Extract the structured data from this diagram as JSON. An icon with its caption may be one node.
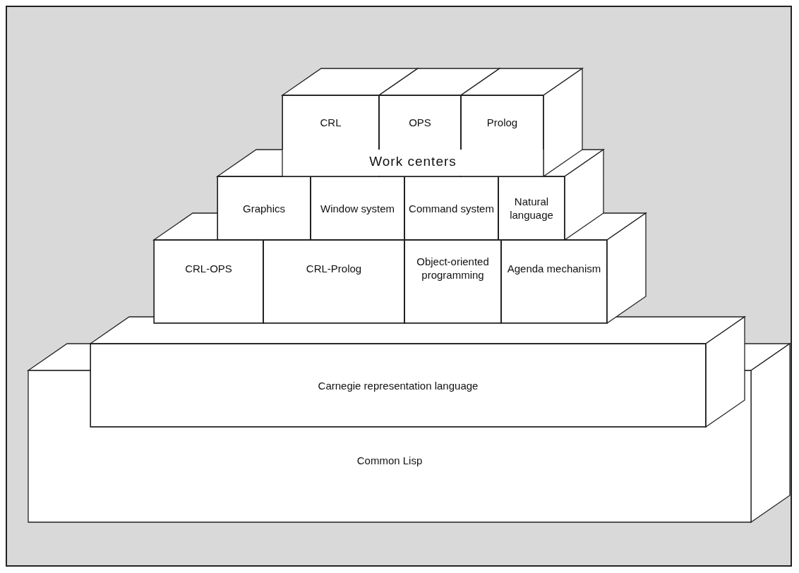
{
  "diagram": {
    "nodes": [
      {
        "text": [
          "CRL"
        ]
      },
      {
        "text": [
          "OPS"
        ]
      },
      {
        "text": [
          "Prolog"
        ]
      },
      {
        "text": [
          "Graphics"
        ]
      },
      {
        "text": [
          "Window system"
        ]
      },
      {
        "text": [
          "Command system"
        ]
      },
      {
        "text": [
          "Natural language"
        ]
      },
      {
        "text": [
          "CRL-OPS"
        ]
      },
      {
        "text": [
          "CRL-Prolog"
        ]
      },
      {
        "text": [
          "Object-oriented programming"
        ]
      },
      {
        "text": [
          "Agenda mechanism"
        ]
      },
      {
        "text": [
          "Carnegie representation language"
        ]
      },
      {
        "text": [
          "Common Lisp"
        ]
      }
    ],
    "edges": [],
    "labels": [
      "Work centers"
    ]
  }
}
